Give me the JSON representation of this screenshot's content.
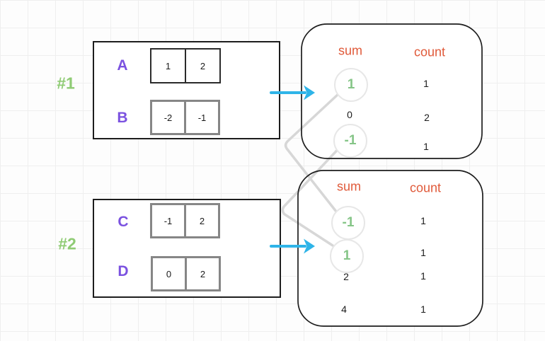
{
  "title": "pair-sum frequency diagram",
  "colors": {
    "example_label_green": "#8fcb74",
    "array_label_purple": "#7b52e0",
    "header_orange": "#e05a3a",
    "highlight_green": "#85c587",
    "arrow_cyan": "#2eb4e8",
    "connector_gray": "#d7d7d7"
  },
  "examples": [
    {
      "id": "#1",
      "arrays": [
        {
          "name": "A",
          "values": [
            "1",
            "2"
          ]
        },
        {
          "name": "B",
          "values": [
            "-2",
            "-1"
          ]
        }
      ],
      "result": {
        "sum_header": "sum",
        "count_header": "count",
        "rows": [
          {
            "sum": "1",
            "count": "1",
            "circled": true
          },
          {
            "sum": "0",
            "count": "2",
            "circled": false
          },
          {
            "sum": "-1",
            "count": "1",
            "circled": true
          }
        ]
      }
    },
    {
      "id": "#2",
      "arrays": [
        {
          "name": "C",
          "values": [
            "-1",
            "2"
          ]
        },
        {
          "name": "D",
          "values": [
            "0",
            "2"
          ]
        }
      ],
      "result": {
        "sum_header": "sum",
        "count_header": "count",
        "rows": [
          {
            "sum": "-1",
            "count": "1",
            "circled": true
          },
          {
            "sum": "1",
            "count": "1",
            "circled": true
          },
          {
            "sum": "2",
            "count": "1",
            "circled": false
          },
          {
            "sum": "4",
            "count": "1",
            "circled": false
          }
        ]
      }
    }
  ],
  "connections": [
    {
      "from": "#1 sum 1",
      "to": "#2 sum -1"
    },
    {
      "from": "#1 sum -1",
      "to": "#2 sum 1"
    }
  ]
}
